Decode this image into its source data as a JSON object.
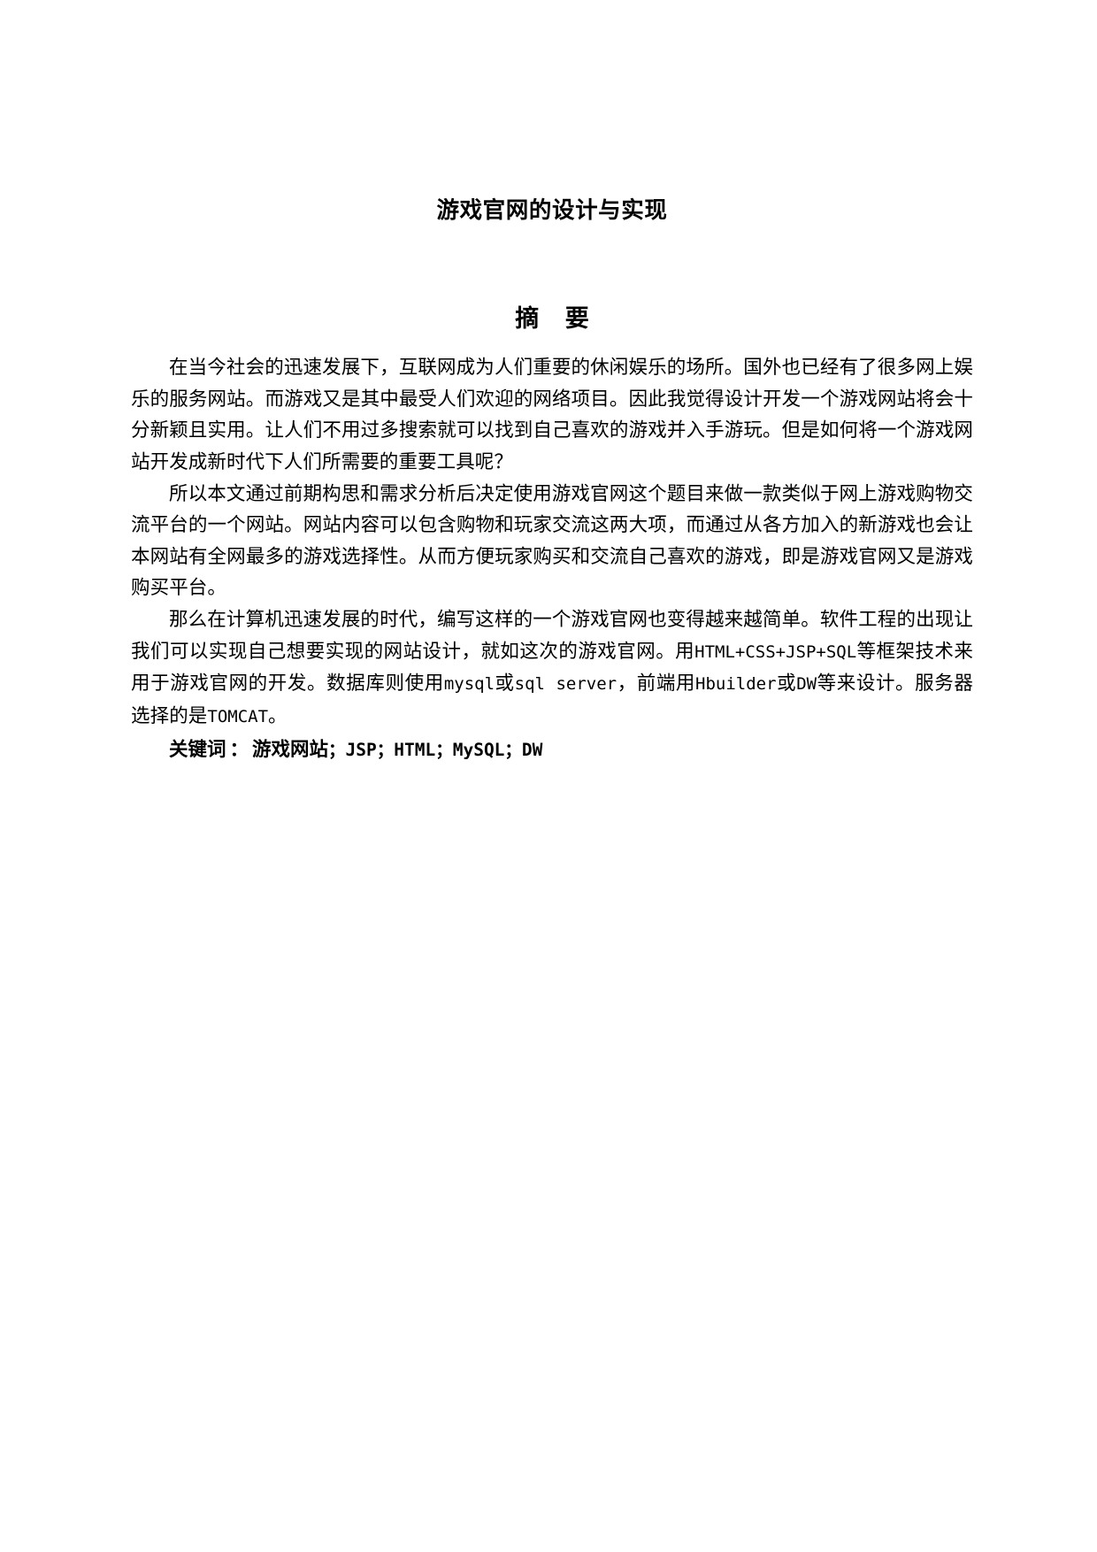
{
  "document": {
    "title": "游戏官网的设计与实现",
    "abstract_heading": "摘 要",
    "paragraphs": [
      {
        "id": "para-1",
        "text": "在当今社会的迅速发展下，互联网成为人们重要的休闲娱乐的场所。国外也已经有了很多网上娱乐的服务网站。而游戏又是其中最受人们欢迎的网络项目。因此我觉得设计开发一个游戏网站将会十分新颖且实用。让人们不用过多搜索就可以找到自己喜欢的游戏并入手游玩。但是如何将一个游戏网站开发成新时代下人们所需要的重要工具呢？"
      },
      {
        "id": "para-2",
        "text": "所以本文通过前期构思和需求分析后决定使用游戏官网这个题目来做一款类似于网上游戏购物交流平台的一个网站。网站内容可以包含购物和玩家交流这两大项，而通过从各方加入的新游戏也会让本网站有全网最多的游戏选择性。从而方便玩家购买和交流自己喜欢的游戏，即是游戏官网又是游戏购买平台。"
      }
    ],
    "paragraph_3": {
      "id": "para-3",
      "lead": "那么在计算机迅速发展的时代，编写这样的一个游戏官网也变得越来越简单。软件工程的出现让我们可以实现自己想要实现的网站设计，就如这次的游戏官网。用",
      "tech_stack": "HTML+CSS+JSP+SQL",
      "mid_1": "等框架技术来用于游戏官网的开发。数据库则使用",
      "db_1": "mysql",
      "mid_2": "或",
      "db_2": "sql server",
      "mid_3": "，前端用",
      "tool_1": "Hbuilder",
      "mid_4": "或",
      "tool_2": "DW",
      "mid_5": "等来设计。服务器选择的是",
      "server": "TOMCAT",
      "tail": "。"
    },
    "keywords": {
      "label": "关键词",
      "separator": "：",
      "items_display": "游戏网站；JSP；HTML；MySQL；DW",
      "first_item": "游戏网站",
      "rest_items": "；JSP；HTML；MySQL；DW"
    }
  },
  "colors": {
    "page_background": "#ffffff",
    "text": "#000000"
  }
}
